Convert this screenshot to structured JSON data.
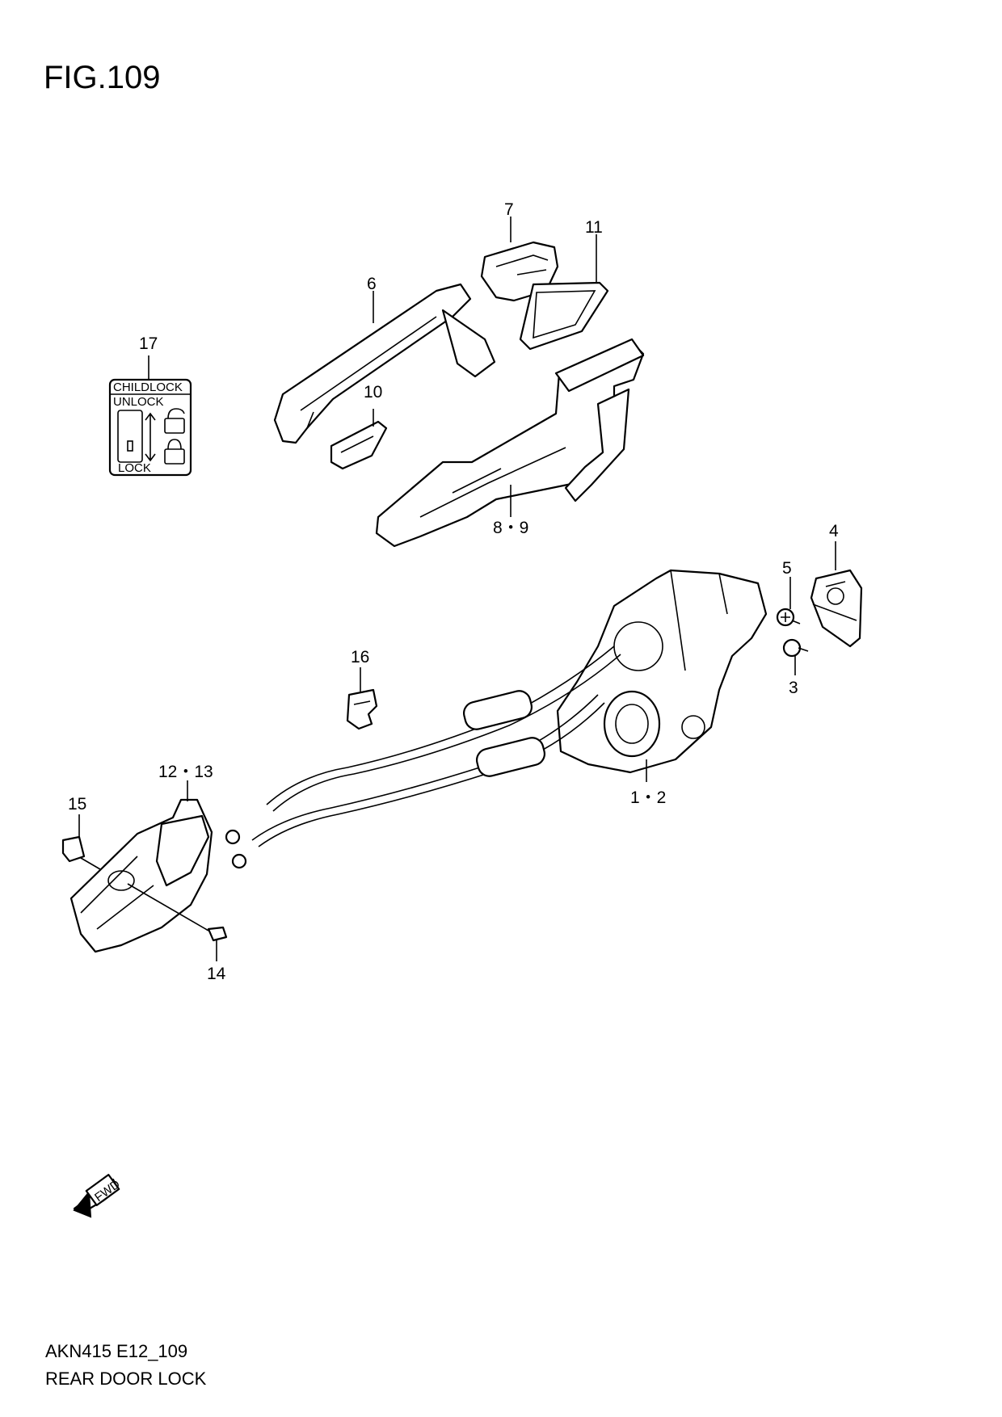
{
  "figure": {
    "title": "FIG.109",
    "code": "AKN415 E12_109",
    "name": "REAR DOOR LOCK"
  },
  "callouts": [
    {
      "id": "c7",
      "text": "7"
    },
    {
      "id": "c11",
      "text": "11"
    },
    {
      "id": "c6",
      "text": "6"
    },
    {
      "id": "c17",
      "text": "17"
    },
    {
      "id": "c10",
      "text": "10"
    },
    {
      "id": "c89",
      "text": "8・9"
    },
    {
      "id": "c4",
      "text": "4"
    },
    {
      "id": "c5",
      "text": "5"
    },
    {
      "id": "c3",
      "text": "3"
    },
    {
      "id": "c16",
      "text": "16"
    },
    {
      "id": "c1213",
      "text": "12・13"
    },
    {
      "id": "c15",
      "text": "15"
    },
    {
      "id": "c12",
      "text": "1・2"
    },
    {
      "id": "c14",
      "text": "14"
    }
  ],
  "childlock_label": {
    "header": "CHILDLOCK",
    "unlock": "UNLOCK",
    "lock": "LOCK"
  },
  "fwd_label": "FWD"
}
